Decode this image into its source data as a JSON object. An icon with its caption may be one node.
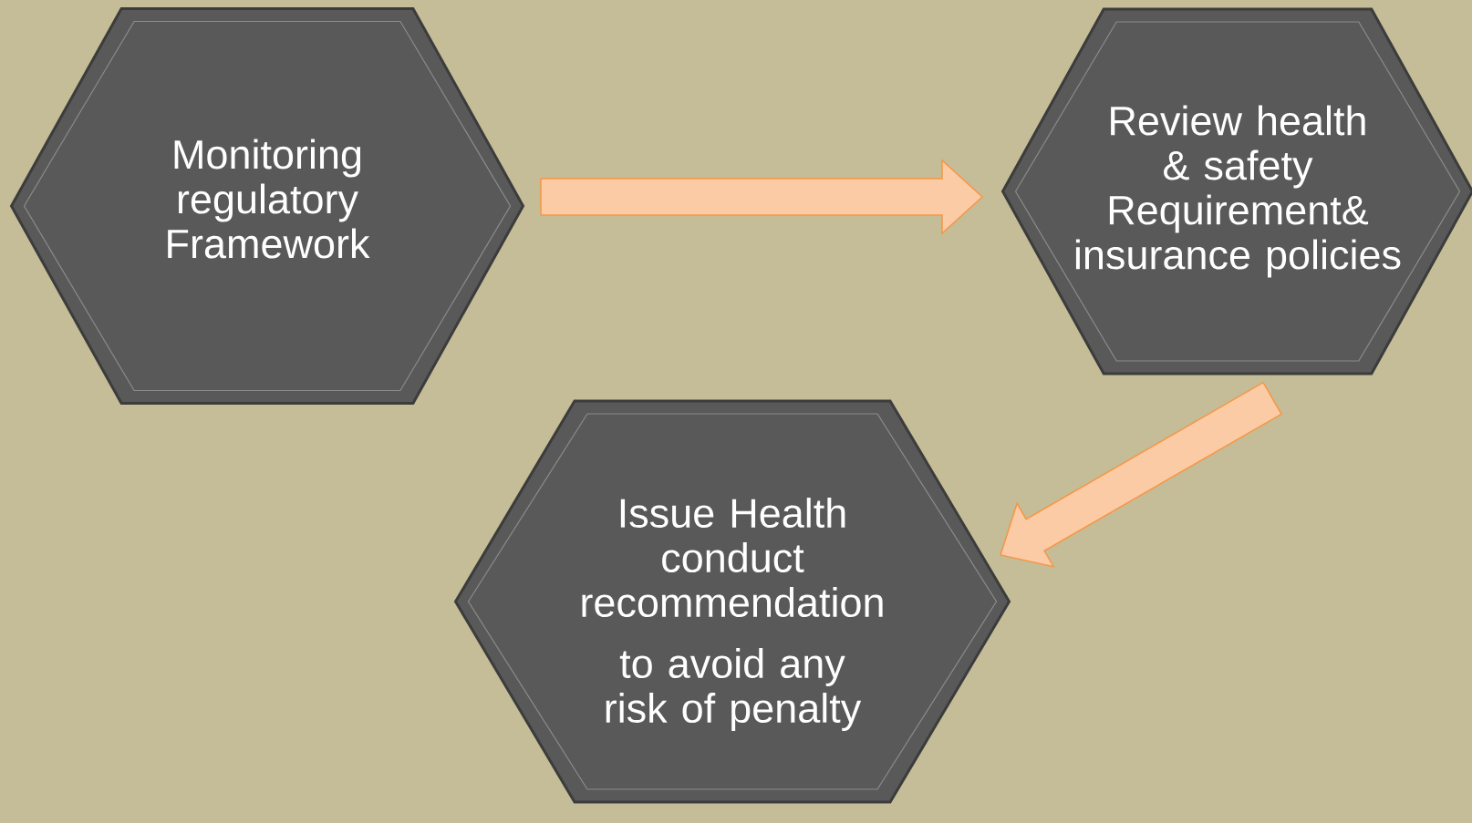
{
  "diagram": {
    "nodes": [
      {
        "text": [
          "Monitoring regulatory Framework"
        ]
      },
      {
        "text": [
          "Review health & safety Requirement& insurance policies"
        ]
      },
      {
        "text": [
          "Issue Health conduct recommendation",
          "to avoid any risk of penalty"
        ]
      }
    ],
    "edges": [
      {
        "from": 0,
        "to": 1,
        "arrow": "to"
      },
      {
        "from": 1,
        "to": 2,
        "arrow": "to"
      }
    ]
  }
}
